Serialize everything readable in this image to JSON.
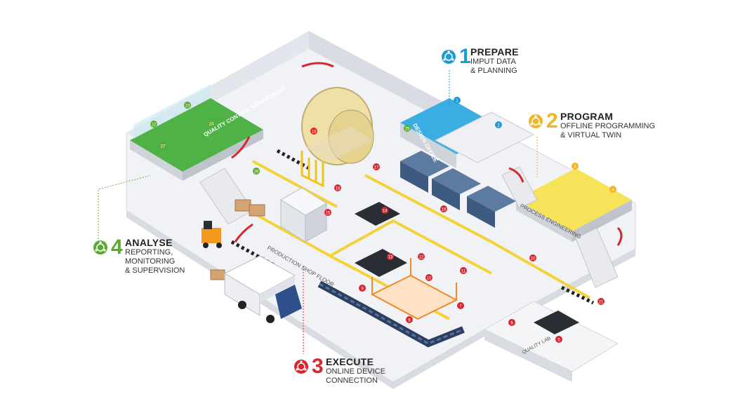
{
  "steps": [
    {
      "id": "prepare",
      "number": "1",
      "title": "PREPARE",
      "lines": [
        "IMPUT DATA",
        "& PLANNING"
      ],
      "color": "#1e9ad6"
    },
    {
      "id": "program",
      "number": "2",
      "title": "PROGRAM",
      "lines": [
        "OFFLINE PROGRAMMING",
        "& VIRTUAL TWIN"
      ],
      "color": "#f2b42a"
    },
    {
      "id": "execute",
      "number": "3",
      "title": "EXECUTE",
      "lines": [
        "ONLINE DEVICE",
        "CONNECTION"
      ],
      "color": "#d8262e"
    },
    {
      "id": "analyse",
      "number": "4",
      "title": "ANALYSE",
      "lines": [
        "REPORTING,",
        "MONITORING",
        "& SUPERVISION"
      ],
      "color": "#5aab2f"
    }
  ],
  "zones": {
    "design_office": "DESIGN OFFICE",
    "process_engineering": "PROCESS ENGINEERING",
    "quality_control": "QUALITY CONTROL DEPARTMENT",
    "production_floor": "PRODUCTION SHOP FLOOR",
    "quality_lab": "QUALITY LAB"
  },
  "markers": {
    "blue": [
      "1",
      "2"
    ],
    "yellow": [
      "3",
      "4"
    ],
    "red": [
      "5",
      "6",
      "7",
      "8",
      "9",
      "10",
      "11",
      "12",
      "13",
      "14",
      "15",
      "16",
      "17",
      "18",
      "19",
      "20",
      "21"
    ],
    "green": [
      "22",
      "23",
      "24",
      "25",
      "26",
      "27"
    ]
  },
  "colors": {
    "floor": "#f1f2f5",
    "wall": "#dfe2e8",
    "path": "#f3d23a",
    "design": "#3aaee3",
    "process": "#f7e35a",
    "quality": "#4fb246"
  }
}
